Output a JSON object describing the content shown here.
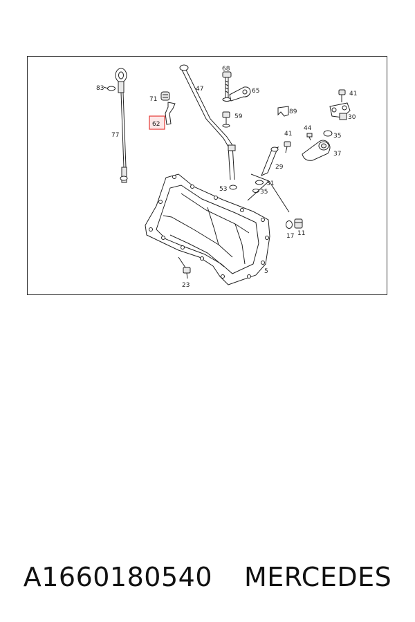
{
  "diagram": {
    "highlighted_part": "62",
    "callouts": [
      "83",
      "77",
      "71",
      "62",
      "47",
      "68",
      "65",
      "59",
      "53",
      "89",
      "41",
      "30",
      "44",
      "35",
      "41",
      "37",
      "29",
      "31",
      "35",
      "17",
      "11",
      "5",
      "23"
    ]
  },
  "caption": {
    "part_number": "A1660180540",
    "brand": "MERCEDES"
  }
}
